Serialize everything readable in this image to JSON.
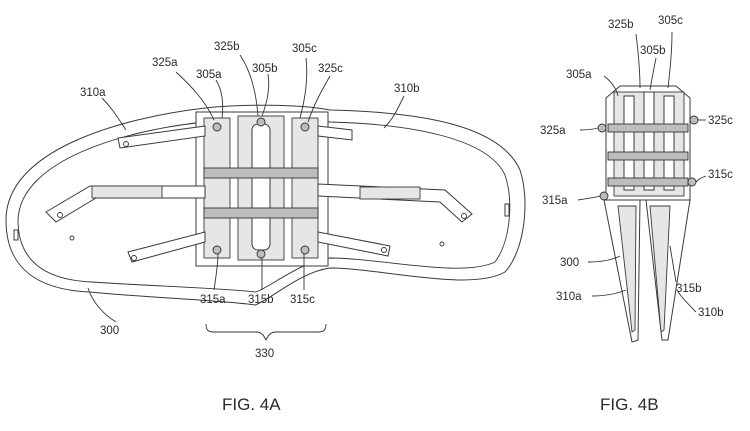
{
  "figures": {
    "fig_4a": {
      "caption": "FIG. 4A",
      "labels": {
        "l_310a": "310a",
        "l_325a": "325a",
        "l_305a": "305a",
        "l_325b": "325b",
        "l_305b": "305b",
        "l_305c": "305c",
        "l_325c": "325c",
        "l_310b": "310b",
        "l_300": "300",
        "l_315a": "315a",
        "l_315b": "315b",
        "l_315c": "315c",
        "l_330": "330"
      }
    },
    "fig_4b": {
      "caption": "FIG. 4B",
      "labels": {
        "l_325b": "325b",
        "l_305c": "305c",
        "l_305a": "305a",
        "l_305b": "305b",
        "l_325a": "325a",
        "l_325c": "325c",
        "l_315a": "315a",
        "l_315c": "315c",
        "l_300": "300",
        "l_315b": "315b",
        "l_310a": "310a",
        "l_310b": "310b"
      }
    }
  }
}
